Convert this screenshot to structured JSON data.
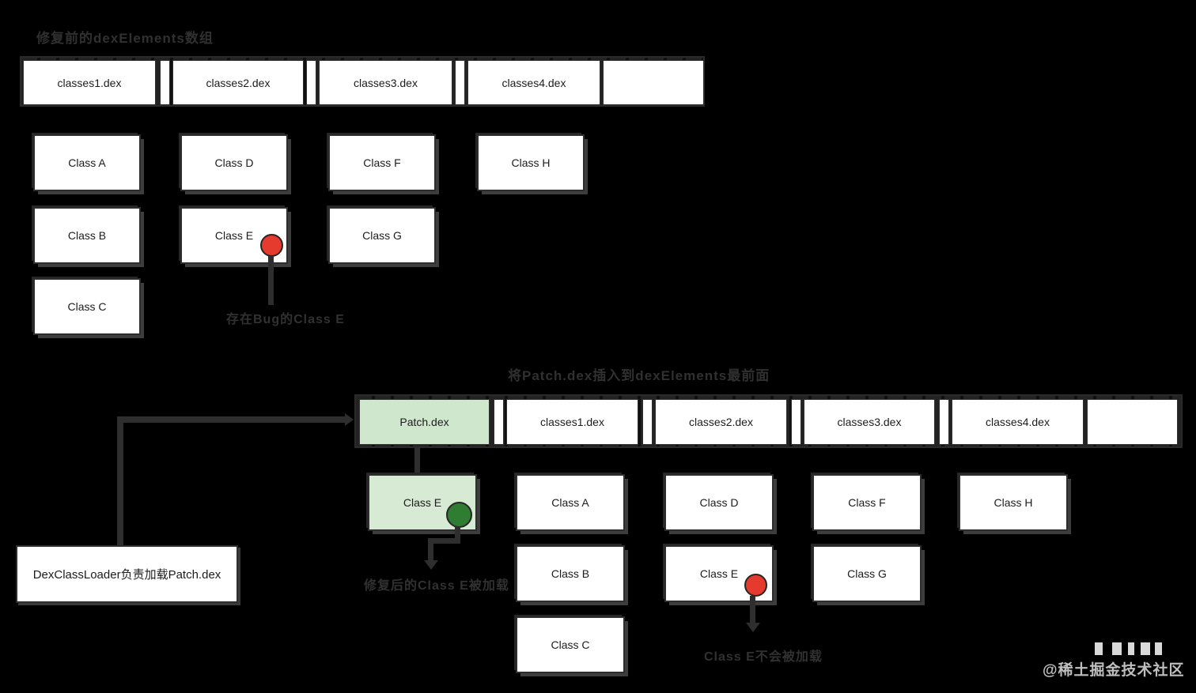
{
  "colors": {
    "background": "#000000",
    "box_fill": "#ffffff",
    "patch_fill": "#cfe7cd",
    "bug_dot": "#e53a2e",
    "fixed_dot": "#2e7d32",
    "connector": "#2e2e2e",
    "muted_caption": "#313131"
  },
  "before": {
    "title": "修复前的dexElements数组",
    "dex_cells": [
      "classes1.dex",
      "classes2.dex",
      "classes3.dex",
      "classes4.dex"
    ],
    "classes_row1": [
      "Class A",
      "Class D",
      "Class F",
      "Class H"
    ],
    "classes_row2": [
      "Class B",
      "Class E",
      "Class G"
    ],
    "classes_row3": [
      "Class C"
    ],
    "bug_label": "存在Bug的Class E"
  },
  "after": {
    "title": "将Patch.dex插入到dexElements最前面",
    "patch_cell": "Patch.dex",
    "dex_cells": [
      "classes1.dex",
      "classes2.dex",
      "classes3.dex",
      "classes4.dex"
    ],
    "patched_class": "Class E",
    "classes_row1": [
      "Class A",
      "Class D",
      "Class F",
      "Class H"
    ],
    "classes_row2": [
      "Class B",
      "Class E",
      "Class G"
    ],
    "classes_row3": [
      "Class C"
    ],
    "patched_label": "修复后的Class E被加载",
    "bug_label": "Class E不会被加载",
    "loader_label": "DexClassLoader负责加载Patch.dex"
  },
  "watermark": {
    "text": "@稀土掘金技术社区"
  }
}
